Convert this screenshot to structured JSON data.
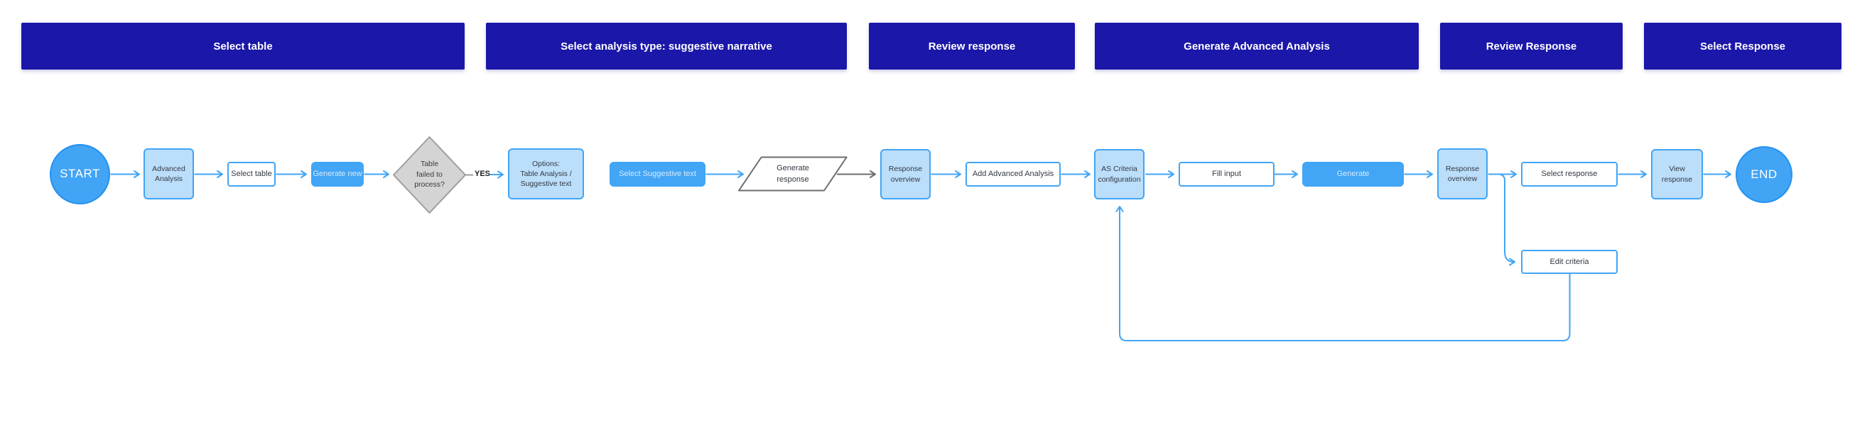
{
  "phases": [
    {
      "label": "Select table"
    },
    {
      "label": "Select analysis type: suggestive narrative"
    },
    {
      "label": "Review response"
    },
    {
      "label": "Generate Advanced Analysis"
    },
    {
      "label": "Review Response"
    },
    {
      "label": "Select Response"
    }
  ],
  "flow": {
    "start_label": "START",
    "end_label": "END",
    "yes_label": "YES",
    "nodes": {
      "advanced_analysis": "Advanced Analysis",
      "select_table": "Select table",
      "generate_new": "Generate new",
      "table_failed": "Table\nfailed to\nprocess?",
      "options": "Options:\nTable Analysis /\nSuggestive text",
      "select_suggestive": "Select Suggestive text",
      "generate_response": "Generate\nresponse",
      "response_overview_1": "Response\noverview",
      "add_advanced_analysis": "Add Advanced Analysis",
      "as_criteria": "AS Criteria configuration",
      "fill_input": "Fill input",
      "generate": "Generate",
      "response_overview_2": "Response\noverview",
      "select_response": "Select response",
      "view_response": "View\nresponse",
      "edit_criteria": "Edit criteria"
    }
  },
  "colors": {
    "header_bg": "#1B17A8",
    "accent_blue": "#42A5F5",
    "light_fill": "#BBDEFB",
    "button_text": "#D6EBFC",
    "circle_fill": "#41A4F5",
    "diamond_fill": "#D4D4D4",
    "diamond_border": "#9E9E9E",
    "gray_connector": "#6E6E6E"
  }
}
